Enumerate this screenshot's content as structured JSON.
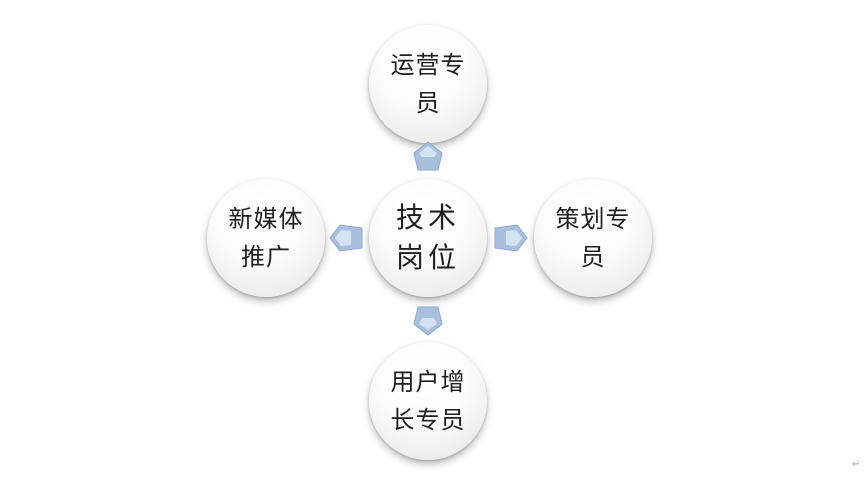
{
  "diagram": {
    "center": {
      "label": "技术岗位"
    },
    "top": {
      "label": "运营专员"
    },
    "right": {
      "label": "策划专员"
    },
    "bottom": {
      "label": "用户增长专员"
    },
    "left": {
      "label": "新媒体推广"
    }
  },
  "colors": {
    "arrow_fill": "#a8bfe0",
    "arrow_highlight": "#dce7f5",
    "node_text": "#1f1f1f",
    "node_edge": "#dcdcdc"
  },
  "icons": {
    "arrow_up": "arrow-up-icon",
    "arrow_right": "arrow-right-icon",
    "arrow_down": "arrow-down-icon",
    "arrow_left": "arrow-left-icon",
    "page_mark": "return-icon"
  },
  "page": {
    "corner_mark": "↵"
  }
}
